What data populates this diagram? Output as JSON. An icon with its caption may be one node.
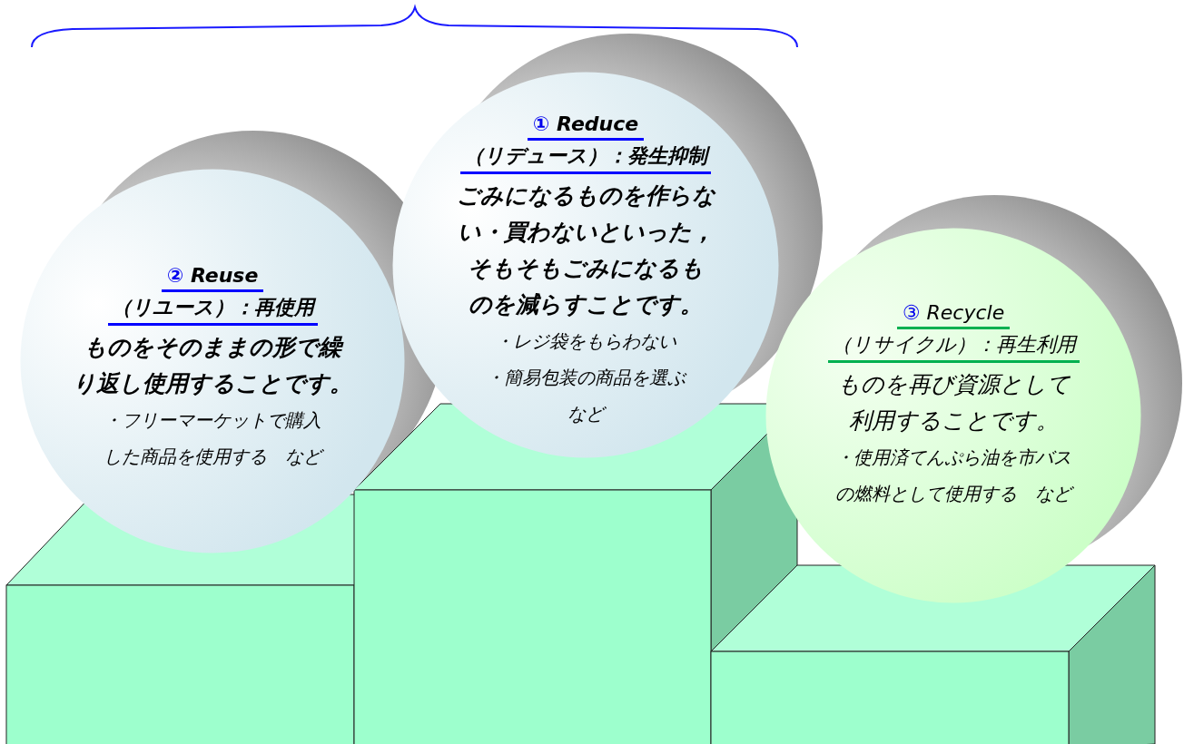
{
  "diagram": {
    "nodes": [
      {
        "text": [
          "② Reuse",
          "（リユース）：再使用",
          "ものをそのままの形で繰り返し使用することです。",
          "・フリーマーケットで購入した商品を使用する　など"
        ]
      },
      {
        "text": [
          "① Reduce",
          "（リデュース）：発生抑制",
          "ごみになるものを作らない・買わないといった，そもそもごみになるものを減らすことです。",
          "・レジ袋をもらわない",
          "・簡易包装の商品を選ぶ",
          "など"
        ]
      },
      {
        "text": [
          "③ Recycle",
          "（リサイクル）：再生利用",
          "ものを再び資源として利用することです。",
          "・使用済てんぷら油を市バスの燃料として使用する　など"
        ]
      }
    ]
  }
}
